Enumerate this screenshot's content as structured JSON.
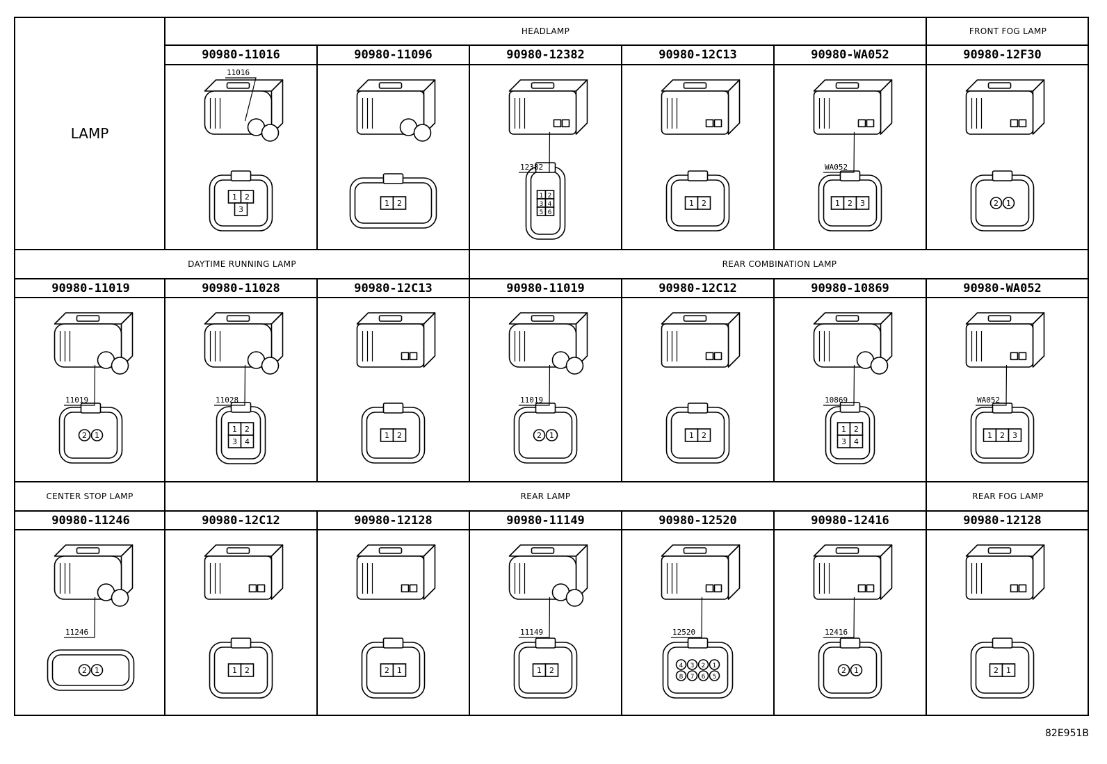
{
  "row_label": "LAMP",
  "reference": "82E951B",
  "sections": [
    {
      "key": "headlamp",
      "label": "HEADLAMP"
    },
    {
      "key": "front_fog",
      "label": "FRONT FOG LAMP"
    },
    {
      "key": "drl",
      "label": "DAYTIME RUNNING LAMP"
    },
    {
      "key": "rear_combo",
      "label": "REAR COMBINATION LAMP"
    },
    {
      "key": "center_stop",
      "label": "CENTER STOP LAMP"
    },
    {
      "key": "rear_lamp",
      "label": "REAR LAMP"
    },
    {
      "key": "rear_fog",
      "label": "REAR FOG LAMP"
    }
  ],
  "connectors": [
    {
      "part": "90980-11016",
      "callout": "11016",
      "pins": [
        "1",
        "2",
        "3"
      ]
    },
    {
      "part": "90980-11096",
      "callout": "",
      "pins": [
        "1",
        "2"
      ]
    },
    {
      "part": "90980-12382",
      "callout": "12382",
      "pins": [
        "1",
        "2",
        "3",
        "4",
        "5",
        "6"
      ]
    },
    {
      "part": "90980-12C13",
      "callout": "",
      "pins": [
        "1",
        "2"
      ]
    },
    {
      "part": "90980-WA052",
      "callout": "WA052",
      "pins": [
        "1",
        "2",
        "3"
      ]
    },
    {
      "part": "90980-12F30",
      "callout": "",
      "pins": [
        "2",
        "1"
      ]
    },
    {
      "part": "90980-11019",
      "callout": "11019",
      "pins": [
        "2",
        "1"
      ]
    },
    {
      "part": "90980-11028",
      "callout": "11028",
      "pins": [
        "1",
        "2",
        "3",
        "4"
      ]
    },
    {
      "part": "90980-12C13",
      "callout": "",
      "pins": [
        "1",
        "2"
      ]
    },
    {
      "part": "90980-11019",
      "callout": "11019",
      "pins": [
        "2",
        "1"
      ]
    },
    {
      "part": "90980-12C12",
      "callout": "",
      "pins": [
        "1",
        "2"
      ]
    },
    {
      "part": "90980-10869",
      "callout": "10869",
      "pins": [
        "1",
        "2",
        "3",
        "4"
      ]
    },
    {
      "part": "90980-WA052",
      "callout": "WA052",
      "pins": [
        "1",
        "2",
        "3"
      ]
    },
    {
      "part": "90980-11246",
      "callout": "11246",
      "pins": [
        "2",
        "1"
      ]
    },
    {
      "part": "90980-12C12",
      "callout": "",
      "pins": [
        "1",
        "2"
      ]
    },
    {
      "part": "90980-12128",
      "callout": "",
      "pins": [
        "2",
        "1"
      ]
    },
    {
      "part": "90980-11149",
      "callout": "11149",
      "pins": [
        "1",
        "2"
      ]
    },
    {
      "part": "90980-12520",
      "callout": "12520",
      "pins": [
        "4",
        "3",
        "2",
        "1",
        "8",
        "7",
        "6",
        "5"
      ]
    },
    {
      "part": "90980-12416",
      "callout": "12416",
      "pins": [
        "2",
        "1"
      ]
    },
    {
      "part": "90980-12128",
      "callout": "",
      "pins": [
        "2",
        "1"
      ]
    }
  ]
}
